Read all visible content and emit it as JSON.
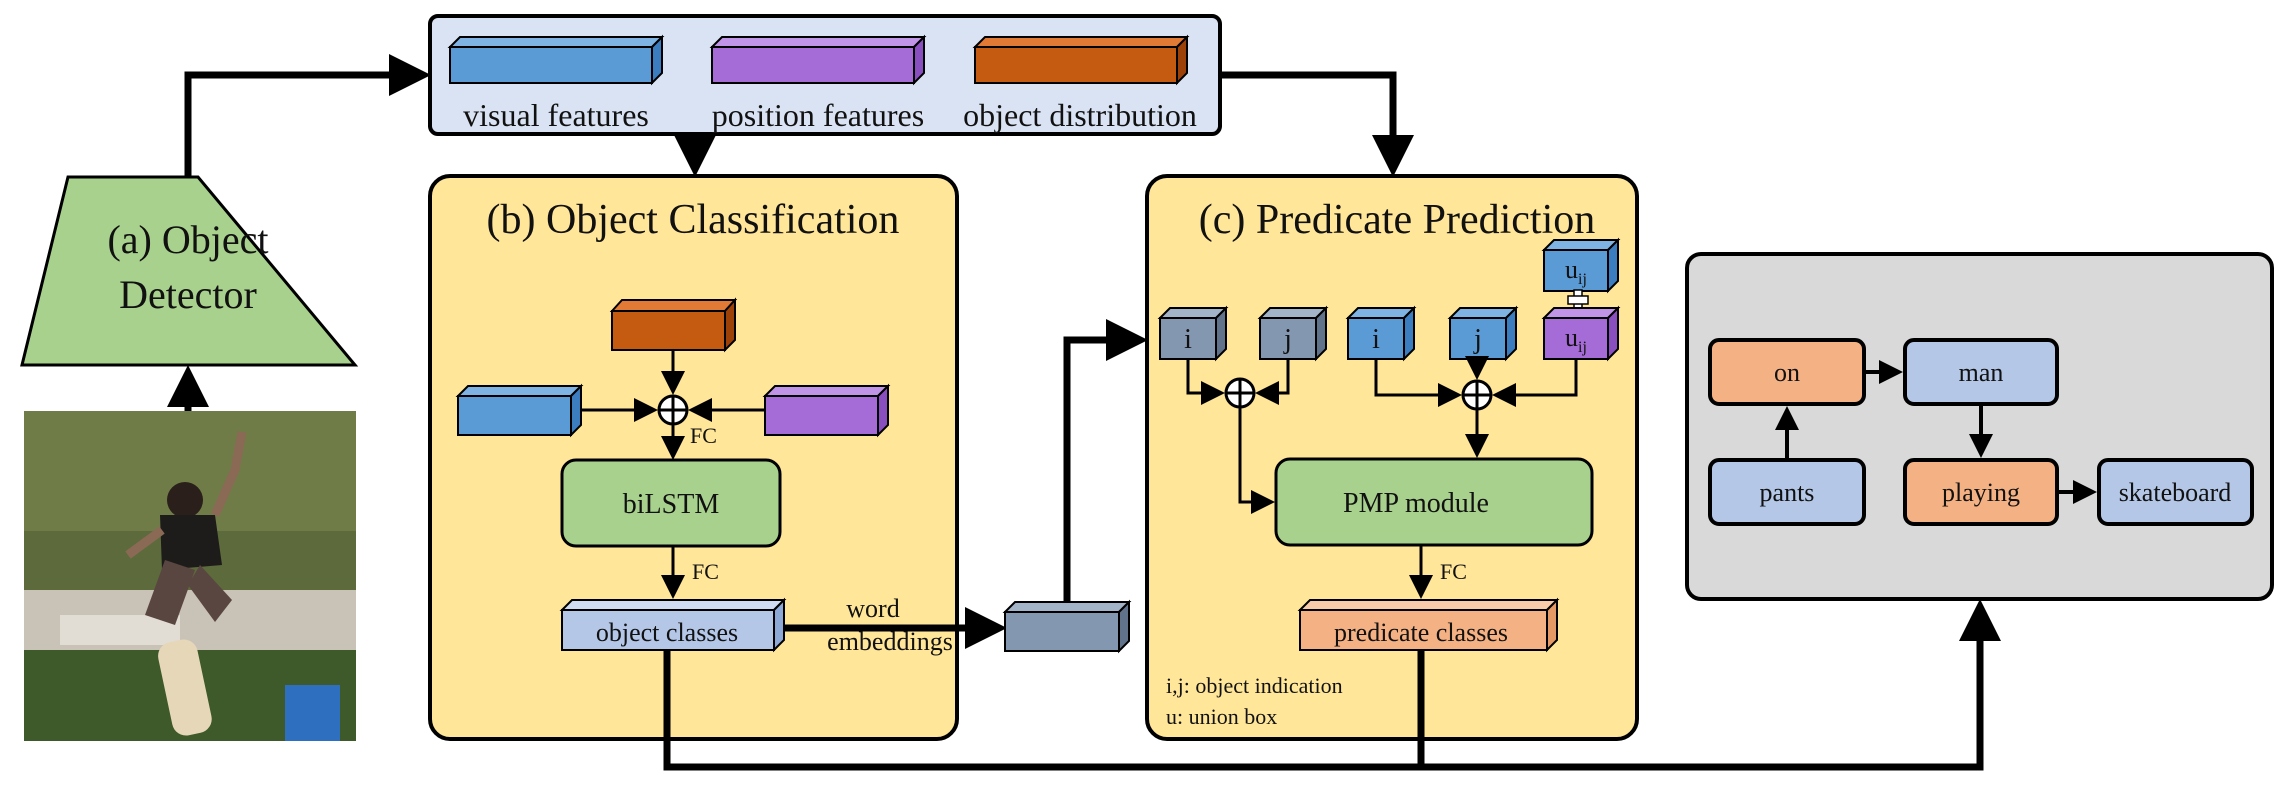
{
  "detector": {
    "label_line1": "(a) Object",
    "label_line2": "Detector"
  },
  "features": {
    "visual": "visual features",
    "position": "position features",
    "distribution": "object distribution"
  },
  "object_classification": {
    "title": "(b) Object Classification",
    "fc_label_1": "FC",
    "fc_label_2": "FC",
    "bilstm": "biLSTM",
    "object_classes": "object classes",
    "word_line1": "word",
    "word_line2": "embeddings"
  },
  "predicate_prediction": {
    "title": "(c) Predicate Prediction",
    "node_i_1": "i",
    "node_j_1": "j",
    "node_i_2": "i",
    "node_j_2": "j",
    "u_top": "u",
    "u_top_sub": "ij",
    "u_bottom": "u",
    "u_bottom_sub": "ij",
    "pmp": "PMP module",
    "fc_label": "FC",
    "predicate_classes": "predicate classes",
    "legend_line1": "i,j: object indication",
    "legend_line2": "u: union box"
  },
  "scene_graph": {
    "on": "on",
    "man": "man",
    "pants": "pants",
    "playing": "playing",
    "skateboard": "skateboard"
  },
  "colors": {
    "detector_green": "#a9d18e",
    "panel_yellow": "#ffe699",
    "feature_bar_bg": "#dae3f3",
    "visual_blue": "#5b9bd5",
    "position_purple": "#a56bd6",
    "distribution_orange": "#c55a11",
    "node_gray": "#8497b0",
    "class_blue": "#b4c7e7",
    "predicate_orange": "#f4b183",
    "graph_bg": "#d9d9d9",
    "graph_blue": "#b4c7e7",
    "graph_orange": "#f4b183"
  }
}
